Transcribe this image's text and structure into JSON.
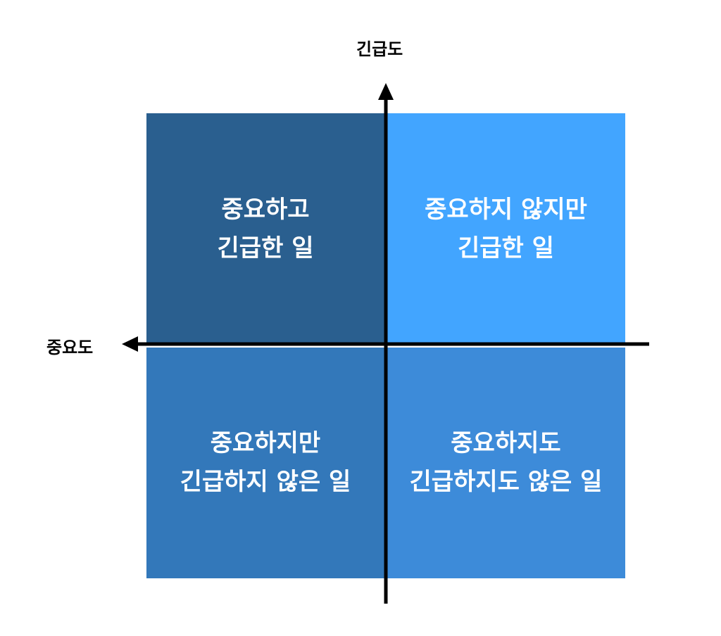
{
  "axes": {
    "vertical_label": "긴급도",
    "horizontal_label": "중요도"
  },
  "quadrants": [
    {
      "id": "top-left",
      "label": "중요하고\n긴급한 일",
      "color": "#2a5f8f"
    },
    {
      "id": "top-right",
      "label": "중요하지 않지만\n긴급한 일",
      "color": "#42a5ff"
    },
    {
      "id": "bottom-left",
      "label": "중요하지만\n긴급하지 않은 일",
      "color": "#3378ba"
    },
    {
      "id": "bottom-right",
      "label": "중요하지도\n긴급하지도 않은 일",
      "color": "#3d8bd9"
    }
  ],
  "colors": {
    "axis": "#000000",
    "background": "#ffffff"
  }
}
